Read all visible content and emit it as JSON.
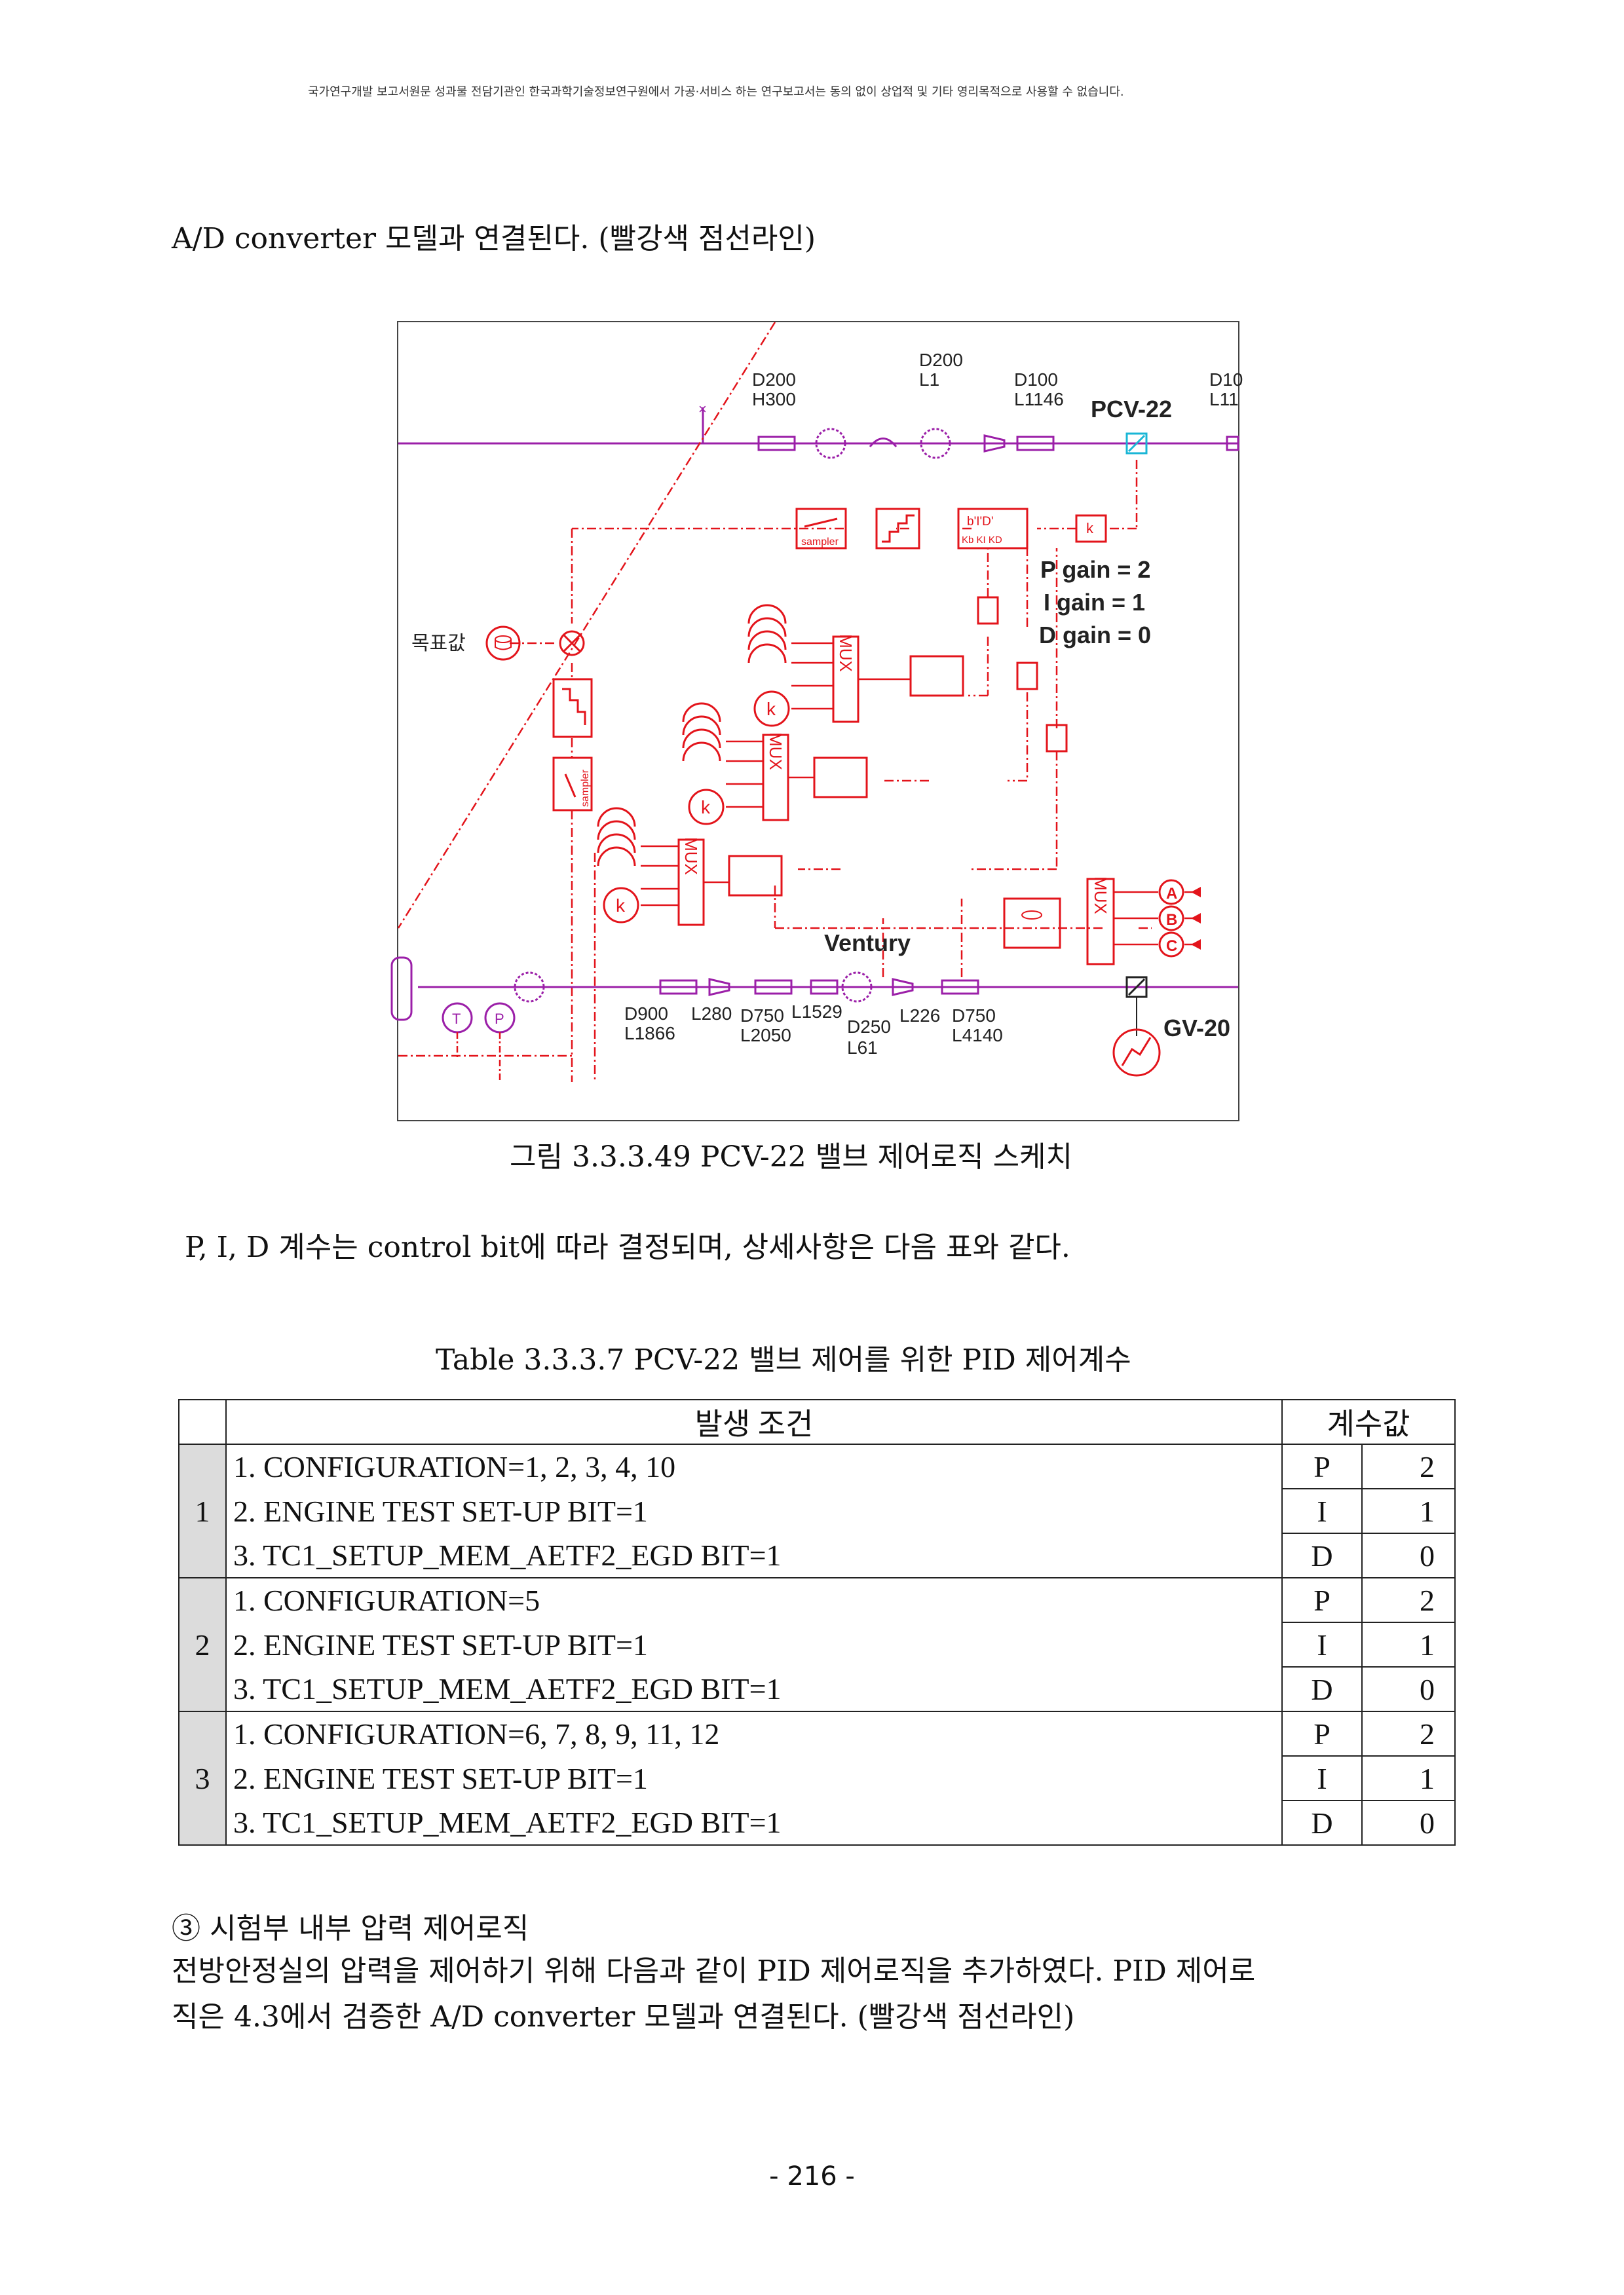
{
  "header_note": "국가연구개발 보고서원문 성과물 전담기관인 한국과학기술정보연구원에서 가공·서비스 하는 연구보고서는 동의 없이 상업적 및 기타 영리목적으로 사용할 수 없습니다.",
  "intro_line": "A/D converter 모델과 연결된다. (빨강색 점선라인)",
  "figure": {
    "labels": {
      "d200_h300_a": "D200",
      "d200_h300_b": "H300",
      "d200_l1_a": "D200",
      "d200_l1_b": "L1",
      "d100_a": "D100",
      "d100_b": "L1146",
      "d10_a": "D10",
      "d10_b": "L11",
      "pcv": "PCV-22",
      "p_gain": "P gain = 2",
      "i_gain": "I gain = 1",
      "d_gain": "D gain = 0",
      "target": "목표값",
      "sampler1": "sampler",
      "sampler2": "sampler",
      "pid_top": "b'I'D'",
      "pid_bot": "Kb  KI  KD",
      "k1": "k",
      "k2": "k",
      "k3": "k",
      "k4": "k",
      "mux": "MUX",
      "ventury": "Ventury",
      "a": "A",
      "b": "B",
      "c": "C",
      "t": "T",
      "p": "P",
      "d900_a": "D900",
      "d900_b": "L1866",
      "l280": "L280",
      "d750_a": "D750",
      "d750_b": "L2050",
      "l1529": "L1529",
      "d250_a": "D250",
      "d250_b": "L61",
      "l226": "L226",
      "d750b_a": "D750",
      "d750b_b": "L4140",
      "gv": "GV-20"
    },
    "caption": "그림 3.3.3.49 PCV-22 밸브 제어로직 스케치"
  },
  "paragraph1": "P, I, D 계수는 control bit에 따라 결정되며, 상세사항은 다음 표와 같다.",
  "table": {
    "caption": "Table 3.3.3.7 PCV-22 밸브 제어를 위한 PID 제어계수",
    "header_condition": "발생 조건",
    "header_coef": "계수값",
    "groups": [
      {
        "num": "1",
        "conditions": [
          "1. CONFIGURATION=1, 2, 3, 4, 10",
          "2. ENGINE   TEST SET-UP BIT=1",
          "3. TC1_SETUP_MEM_AETF2_EGD BIT=1"
        ],
        "coefs": [
          [
            "P",
            "2"
          ],
          [
            "I",
            "1"
          ],
          [
            "D",
            "0"
          ]
        ]
      },
      {
        "num": "2",
        "conditions": [
          "1. CONFIGURATION=5",
          "2. ENGINE   TEST SET-UP BIT=1",
          "3. TC1_SETUP_MEM_AETF2_EGD BIT=1"
        ],
        "coefs": [
          [
            "P",
            "2"
          ],
          [
            "I",
            "1"
          ],
          [
            "D",
            "0"
          ]
        ]
      },
      {
        "num": "3",
        "conditions": [
          "1. CONFIGURATION=6, 7, 8, 9, 11, 12",
          "2. ENGINE   TEST SET-UP BIT=1",
          "3. TC1_SETUP_MEM_AETF2_EGD BIT=1"
        ],
        "coefs": [
          [
            "P",
            "2"
          ],
          [
            "I",
            "1"
          ],
          [
            "D",
            "0"
          ]
        ]
      }
    ]
  },
  "section_title": "③ 시험부 내부 압력 제어로직",
  "section_line1": " 전방안정실의 압력을 제어하기 위해 다음과 같이 PID 제어로직을 추가하였다. PID 제어로",
  "section_line2": "직은 4.3에서 검증한 A/D converter 모델과 연결된다. (빨강색 점선라인)",
  "page_number": "- 216 -",
  "colors": {
    "pipe": "#9b1fa8",
    "logic": "#e3141b",
    "valve": "#19b6d6"
  }
}
